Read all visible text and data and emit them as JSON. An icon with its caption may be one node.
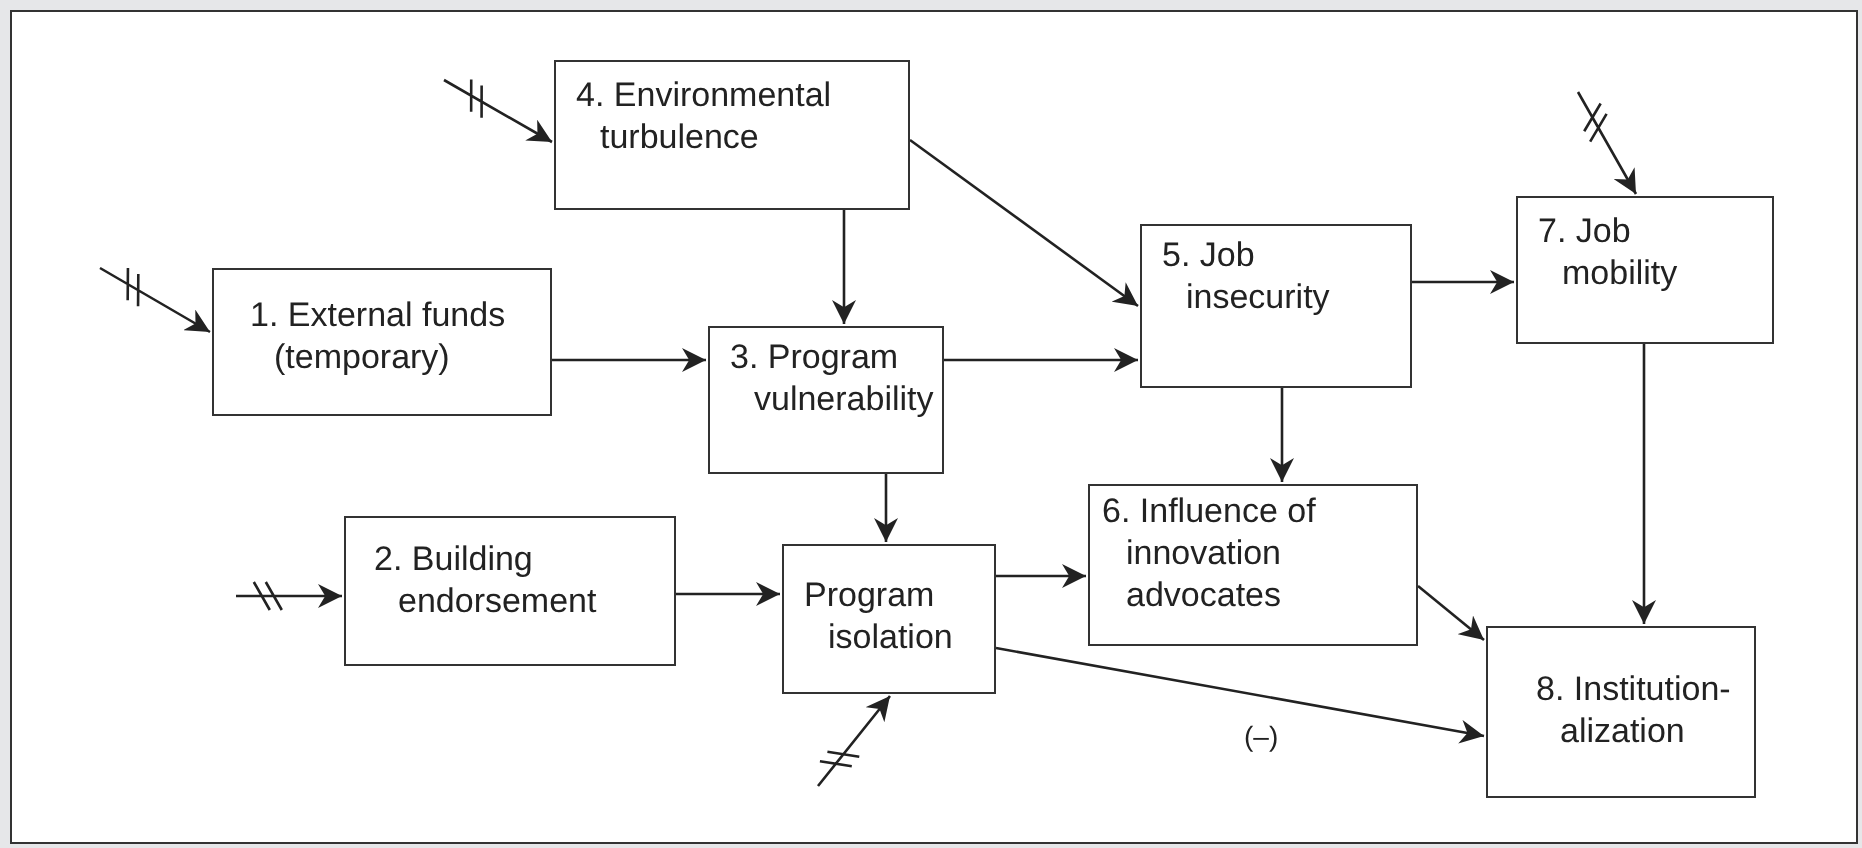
{
  "diagram": {
    "nodes": [
      {
        "text": [
          "1. External funds (temporary)"
        ]
      },
      {
        "text": [
          "2. Building endorsement"
        ]
      },
      {
        "text": [
          "3. Program vulnerability"
        ]
      },
      {
        "text": [
          "4. Environmental turbulence"
        ]
      },
      {
        "text": [
          "5. Job insecurity"
        ]
      },
      {
        "text": [
          "6. Influence of innovation advocates"
        ]
      },
      {
        "text": [
          "7. Job mobility"
        ]
      },
      {
        "text": [
          "8. Institution- alization"
        ]
      },
      {
        "text": [
          "Program isolation"
        ]
      }
    ],
    "edges": [
      {
        "from": null,
        "to": 3,
        "arrow": "to"
      },
      {
        "from": null,
        "to": 0,
        "arrow": "to"
      },
      {
        "from": null,
        "to": 6,
        "arrow": "to"
      },
      {
        "from": null,
        "to": 1,
        "arrow": "to"
      },
      {
        "from": null,
        "to": 8,
        "arrow": "to"
      },
      {
        "from": 0,
        "to": 2,
        "arrow": "to"
      },
      {
        "from": 3,
        "to": 2,
        "arrow": "to"
      },
      {
        "from": 3,
        "to": 4,
        "arrow": "to"
      },
      {
        "from": 2,
        "to": 4,
        "arrow": "to"
      },
      {
        "from": 4,
        "to": 6,
        "arrow": "to"
      },
      {
        "from": 4,
        "to": 5,
        "arrow": "to"
      },
      {
        "from": 2,
        "to": 8,
        "arrow": "to"
      },
      {
        "from": 1,
        "to": 8,
        "arrow": "to"
      },
      {
        "from": 8,
        "to": 5,
        "arrow": "to"
      },
      {
        "from": 5,
        "to": 7,
        "arrow": "to"
      },
      {
        "from": 6,
        "to": 7,
        "arrow": "to"
      },
      {
        "from": 8,
        "to": 7,
        "label": "(–)",
        "arrow": "to"
      }
    ]
  }
}
